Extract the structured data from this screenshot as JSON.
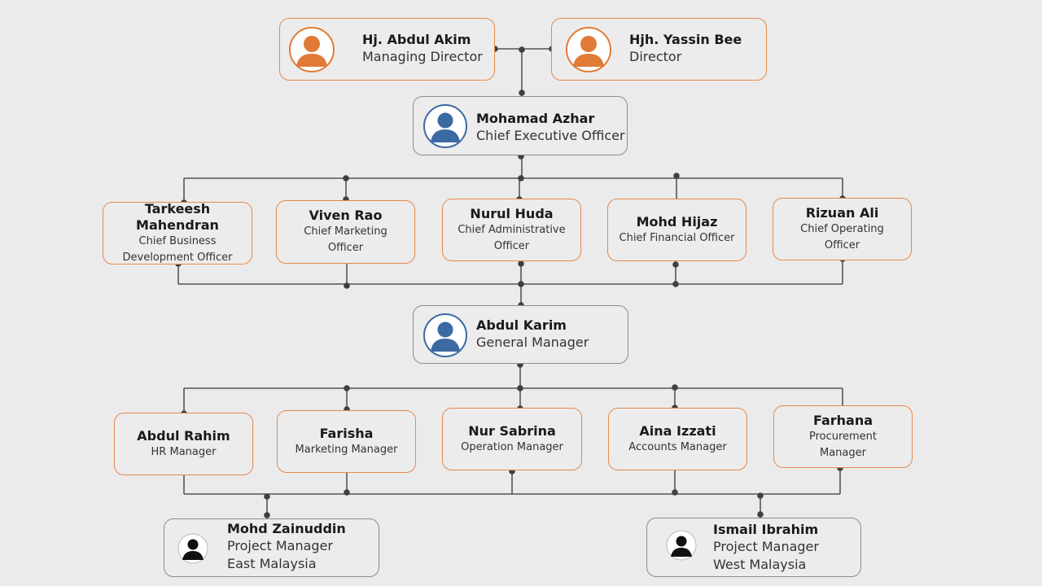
{
  "colors": {
    "accent": "#e58a4c",
    "blue": "#3b6aa3",
    "line": "#555555"
  },
  "top": [
    {
      "name": "Hj. Abdul Akim",
      "role": "Managing Director"
    },
    {
      "name": "Hjh. Yassin Bee",
      "role": "Director"
    }
  ],
  "ceo": {
    "name": "Mohamad Azhar",
    "role": "Chief Executive Officer"
  },
  "chiefs": [
    {
      "name": "Tarkeesh Mahendran",
      "role": "Chief Business Development Officer"
    },
    {
      "name": "Viven Rao",
      "role": "Chief Marketing Officer"
    },
    {
      "name": "Nurul Huda",
      "role": "Chief Administrative Officer"
    },
    {
      "name": "Mohd Hijaz",
      "role": "Chief Financial Officer"
    },
    {
      "name": "Rizuan Ali",
      "role": "Chief Operating Officer"
    }
  ],
  "gm": {
    "name": "Abdul Karim",
    "role": "General Manager"
  },
  "managers": [
    {
      "name": "Abdul Rahim",
      "role": "HR Manager"
    },
    {
      "name": "Farisha",
      "role": "Marketing Manager"
    },
    {
      "name": "Nur Sabrina",
      "role": "Operation Manager"
    },
    {
      "name": "Aina Izzati",
      "role": "Accounts Manager"
    },
    {
      "name": "Farhana",
      "role": "Procurement Manager"
    }
  ],
  "project_managers": [
    {
      "name": "Mohd Zainuddin",
      "role": "Project Manager",
      "region": "East Malaysia"
    },
    {
      "name": "Ismail Ibrahim",
      "role": "Project Manager",
      "region": "West Malaysia"
    }
  ]
}
